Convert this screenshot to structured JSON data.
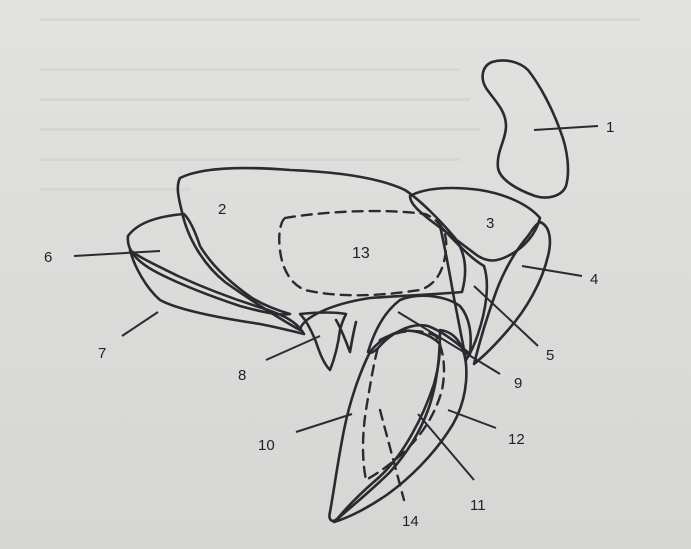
{
  "labels": {
    "l1": "1",
    "l2": "2",
    "l3": "3",
    "l4": "4",
    "l5": "5",
    "l6": "6",
    "l7": "7",
    "l8": "8",
    "l9": "9",
    "l10": "10",
    "l11": "11",
    "l12": "12",
    "l13": "13",
    "l14": "14"
  },
  "colors": {
    "paper": "#dcdcda",
    "ink": "#2a2a30"
  }
}
